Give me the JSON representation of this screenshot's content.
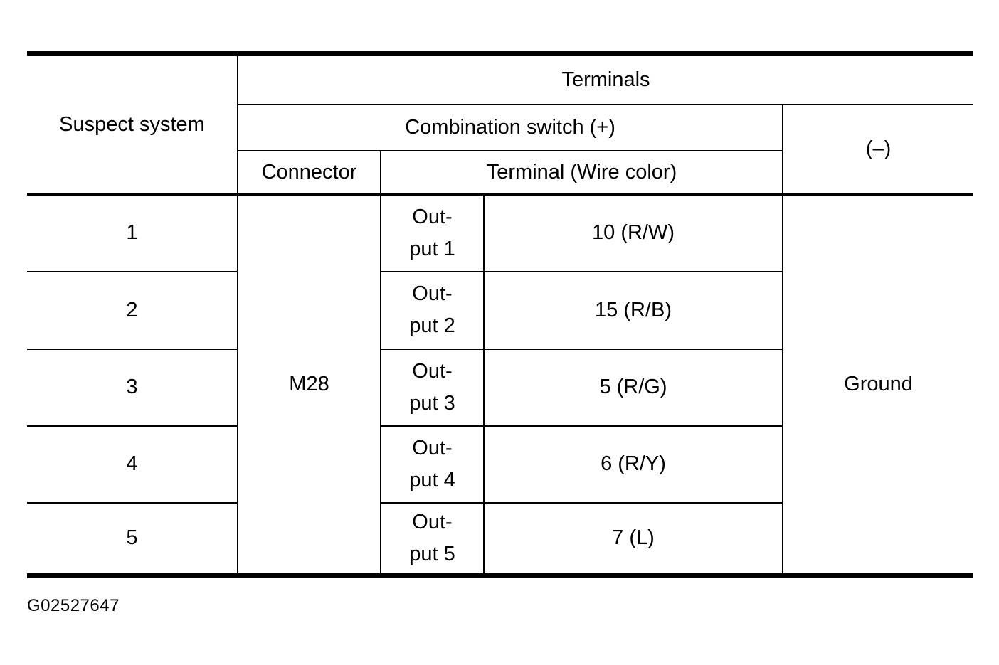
{
  "table": {
    "header": {
      "suspect_system": "Suspect system",
      "terminals": "Terminals",
      "combination_switch": "Combination switch (+)",
      "negative": "(–)",
      "connector": "Connector",
      "terminal_wire_color": "Terminal (Wire color)"
    },
    "connector_value": "M28",
    "ground_value": "Ground",
    "rows": [
      {
        "system": "1",
        "output": "Out-\nput 1",
        "wire": "10 (R/W)"
      },
      {
        "system": "2",
        "output": "Out-\nput 2",
        "wire": "15 (R/B)"
      },
      {
        "system": "3",
        "output": "Out-\nput 3",
        "wire": "5 (R/G)"
      },
      {
        "system": "4",
        "output": "Out-\nput 4",
        "wire": "6 (R/Y)"
      },
      {
        "system": "5",
        "output": "Out-\nput 5",
        "wire": "7 (L)"
      }
    ]
  },
  "footer": {
    "figure_id": "G02527647"
  },
  "colors": {
    "border": "#000000",
    "background": "#ffffff",
    "text": "#000000"
  }
}
